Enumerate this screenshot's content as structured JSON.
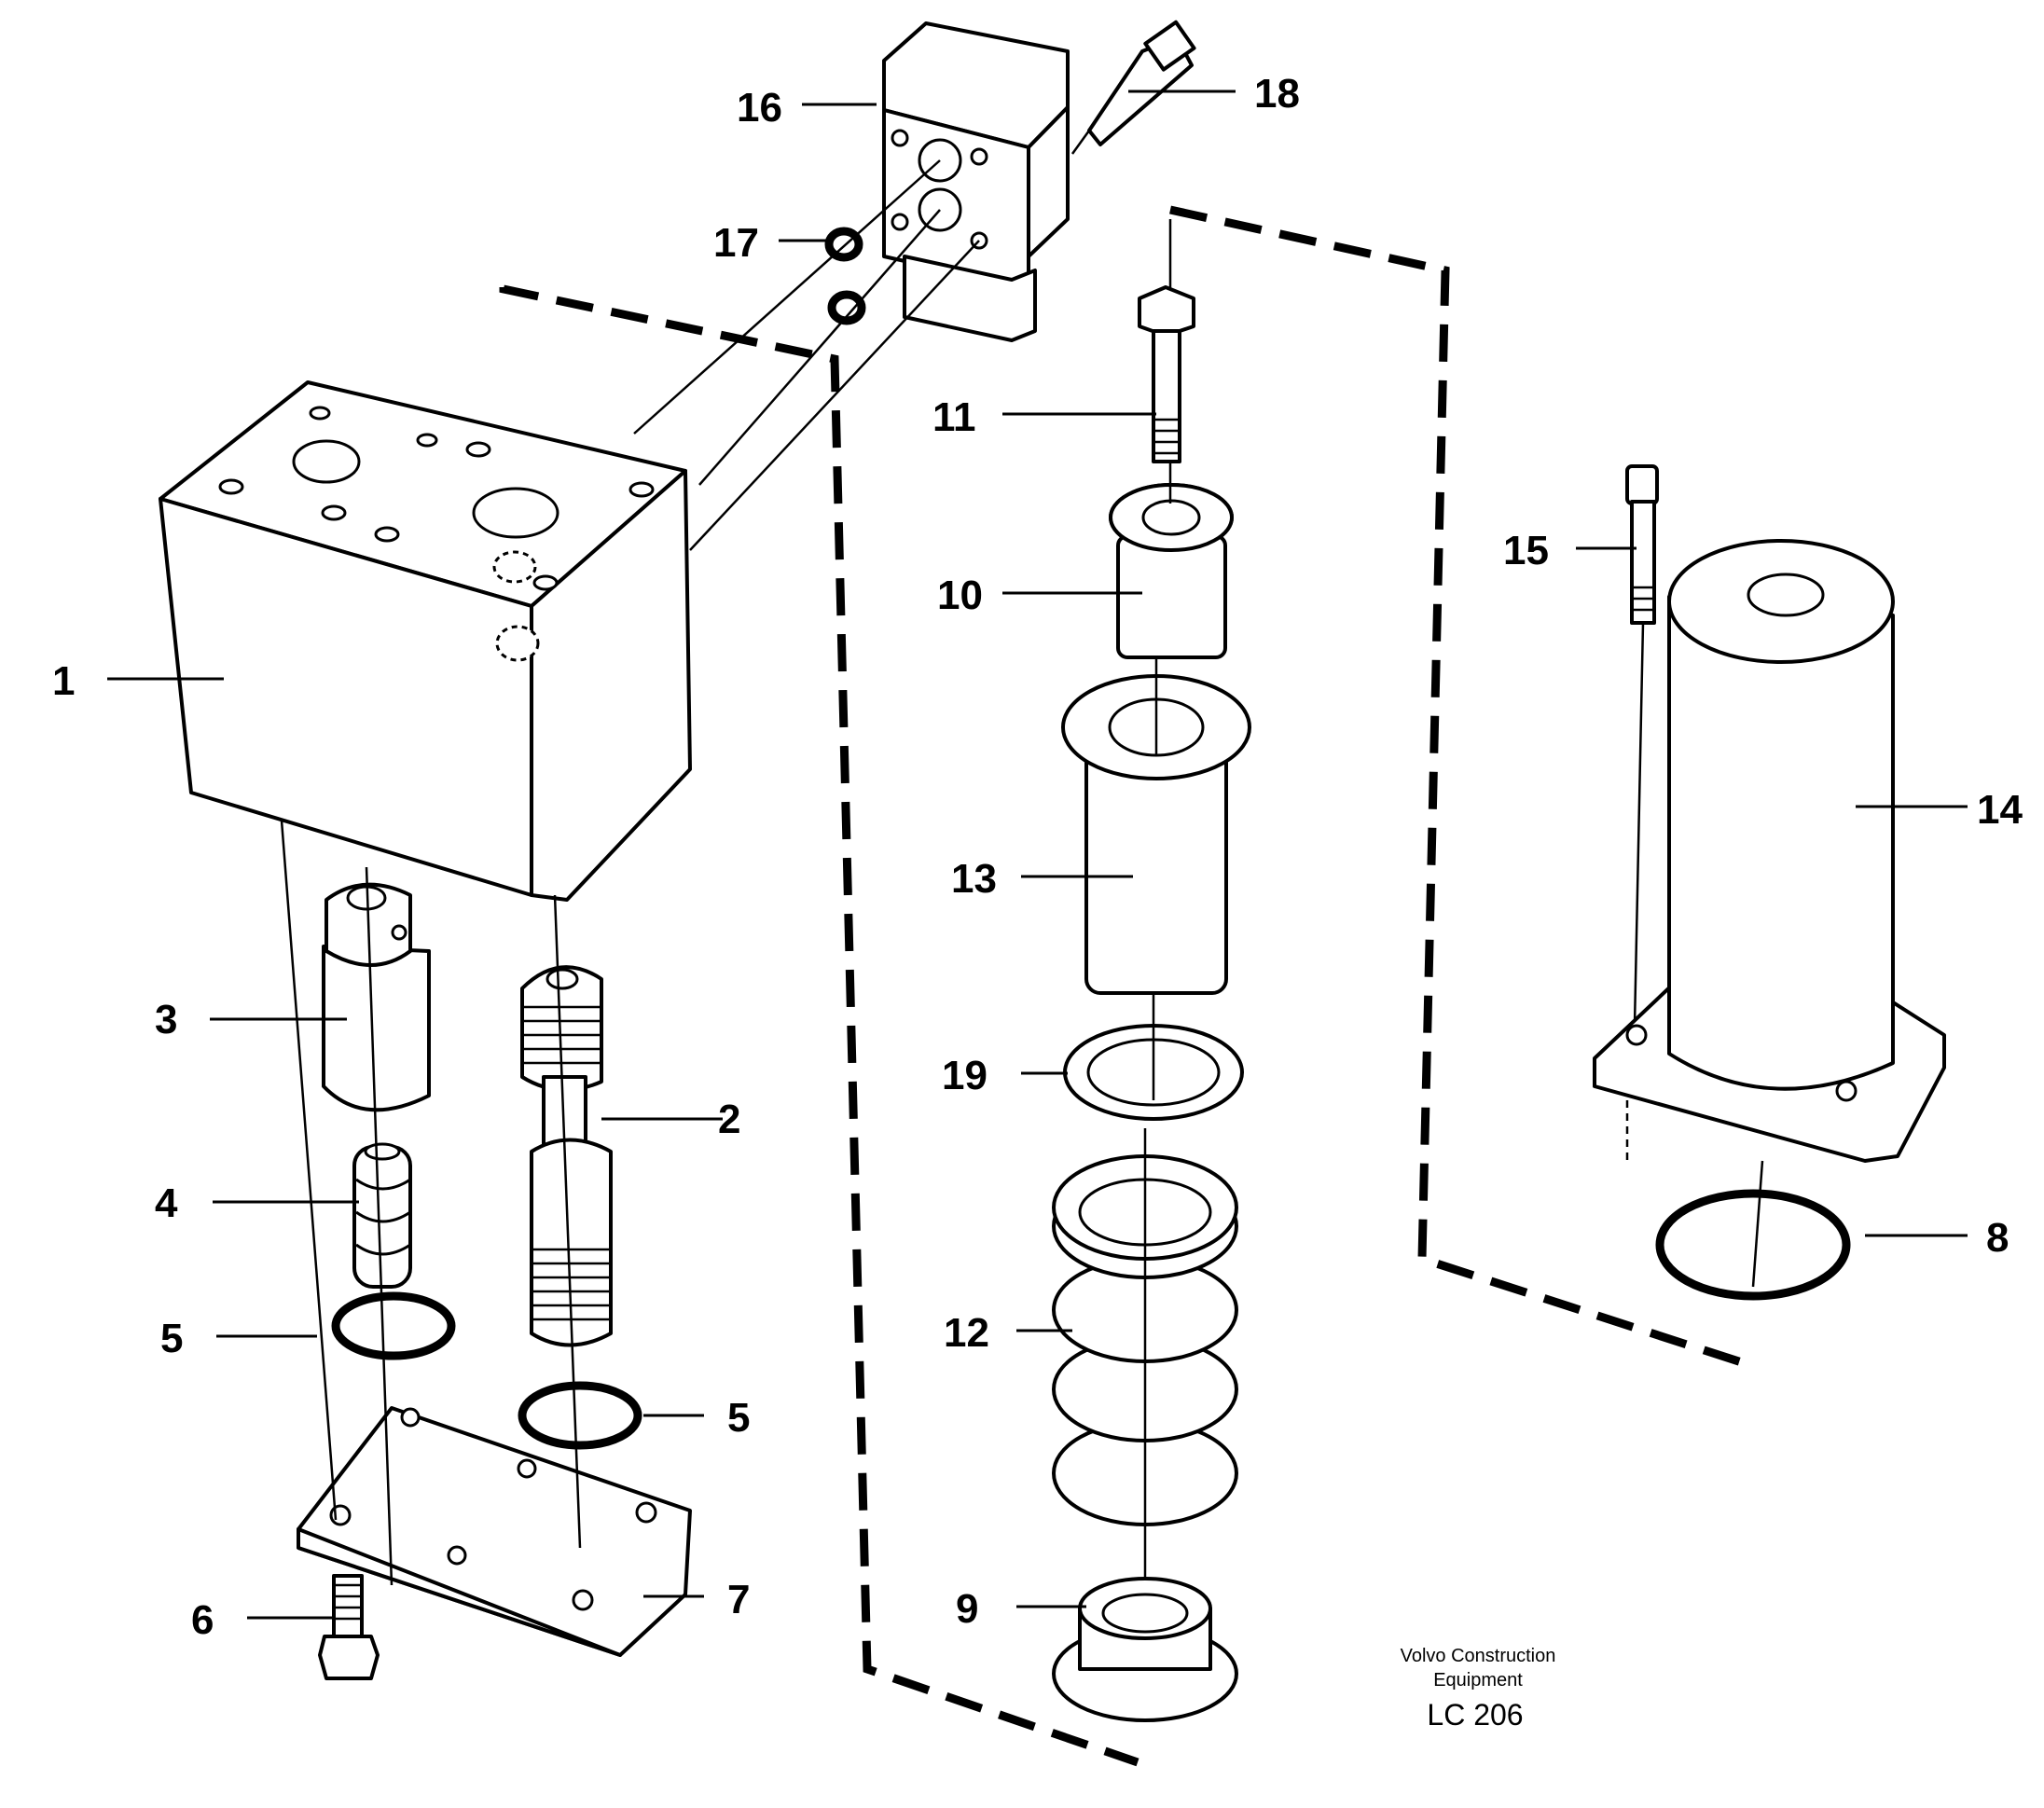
{
  "callouts": {
    "c1": "1",
    "c2": "2",
    "c3": "3",
    "c4": "4",
    "c5a": "5",
    "c5b": "5",
    "c6": "6",
    "c7": "7",
    "c8": "8",
    "c9": "9",
    "c10": "10",
    "c11": "11",
    "c12": "12",
    "c13": "13",
    "c14": "14",
    "c15": "15",
    "c16": "16",
    "c17": "17",
    "c18": "18",
    "c19": "19"
  },
  "credit": {
    "line1": "Volvo Construction",
    "line2": "Equipment",
    "code": "LC 206"
  }
}
